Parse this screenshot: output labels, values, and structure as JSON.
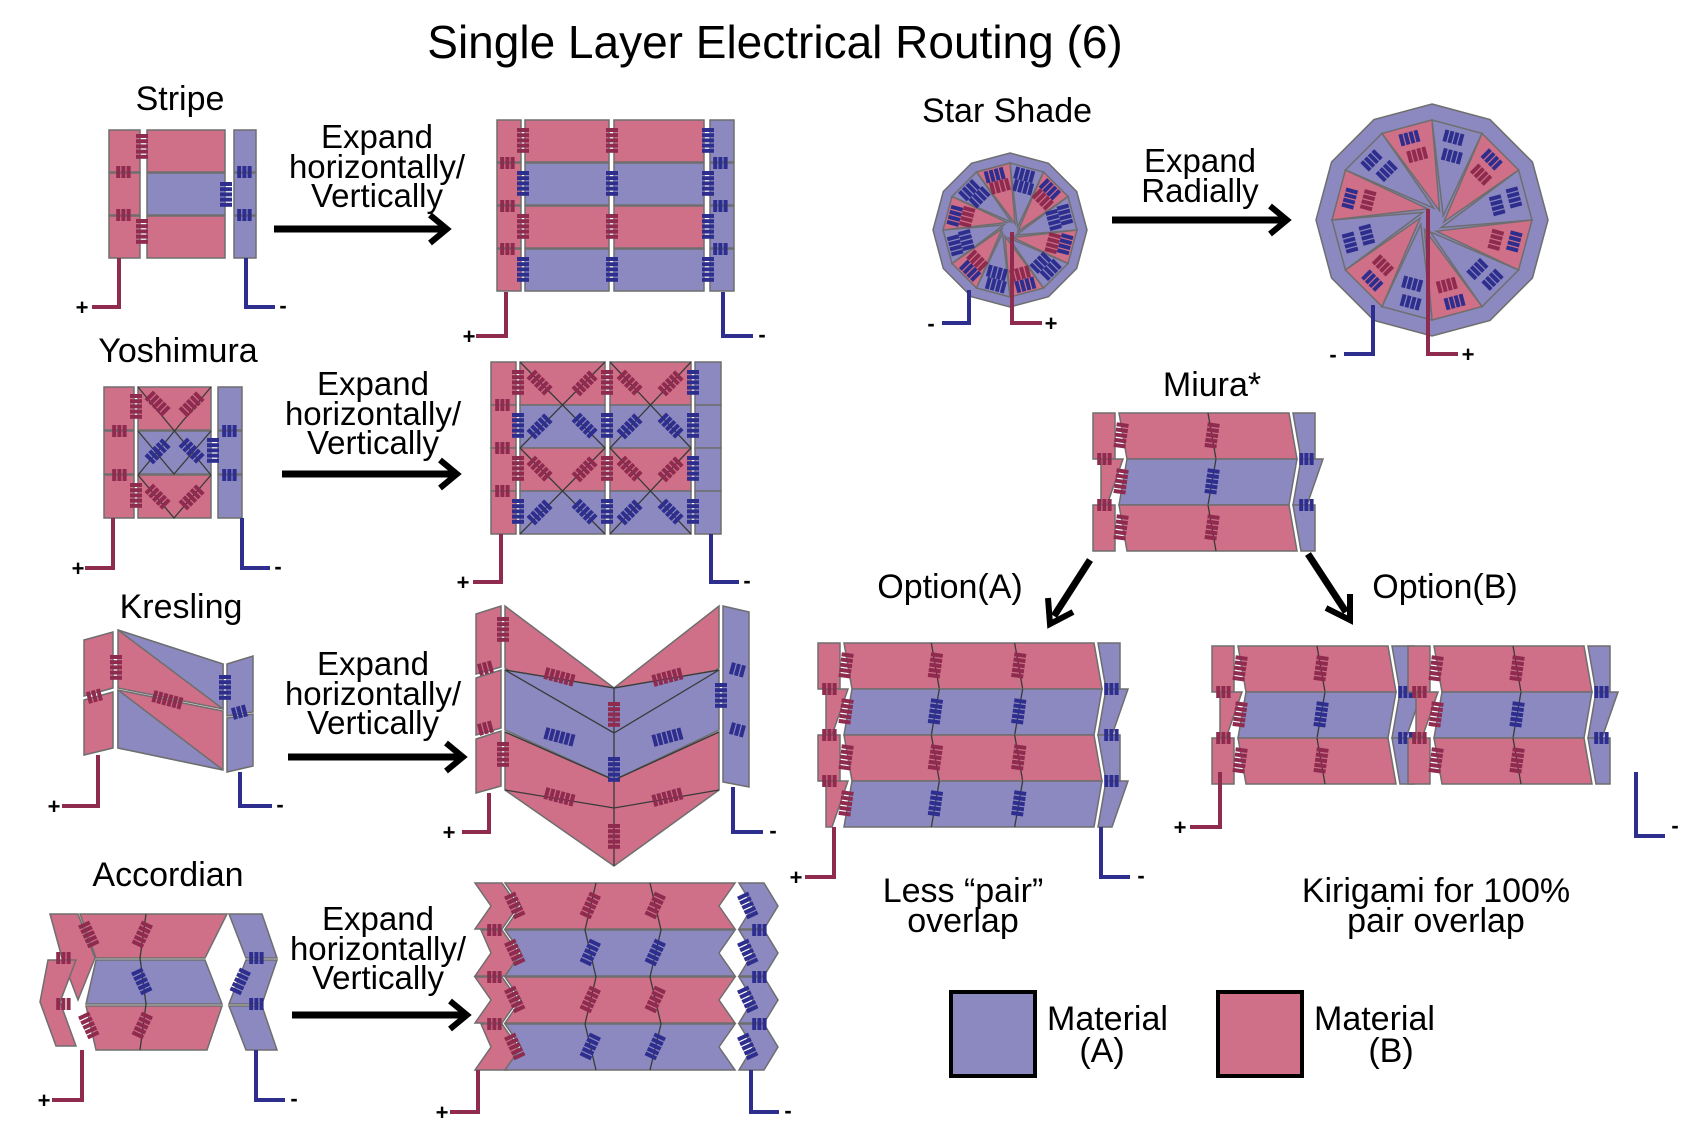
{
  "title": "Single Layer Electrical Routing (6)",
  "colors": {
    "material_a": "#8b89bf",
    "material_b": "#d06f88",
    "trace_b": "#8e2b4f",
    "trace_a": "#2e2e8f",
    "outline": "#6e6e6e"
  },
  "expand_label": [
    "Expand",
    "horizontally/",
    "Vertically"
  ],
  "expand_radial_label": [
    "Expand",
    "Radially"
  ],
  "patterns": [
    {
      "id": "stripe",
      "name": "Stripe"
    },
    {
      "id": "yoshimura",
      "name": "Yoshimura"
    },
    {
      "id": "kresling",
      "name": "Kresling"
    },
    {
      "id": "accordian",
      "name": "Accordian"
    },
    {
      "id": "star-shade",
      "name": "Star Shade"
    },
    {
      "id": "miura",
      "name": "Miura*"
    }
  ],
  "terminals": {
    "positive": "+",
    "negative": "-"
  },
  "options": {
    "a": {
      "label": "Option(A)",
      "caption": [
        "Less “pair”",
        "overlap"
      ]
    },
    "b": {
      "label": "Option(B)",
      "caption": [
        "Kirigami for 100%",
        "pair overlap"
      ]
    }
  },
  "legend": [
    {
      "name": "Material",
      "sub": "(A)",
      "color": "#8b89bf"
    },
    {
      "name": "Material",
      "sub": "(B)",
      "color": "#d06f88"
    }
  ]
}
